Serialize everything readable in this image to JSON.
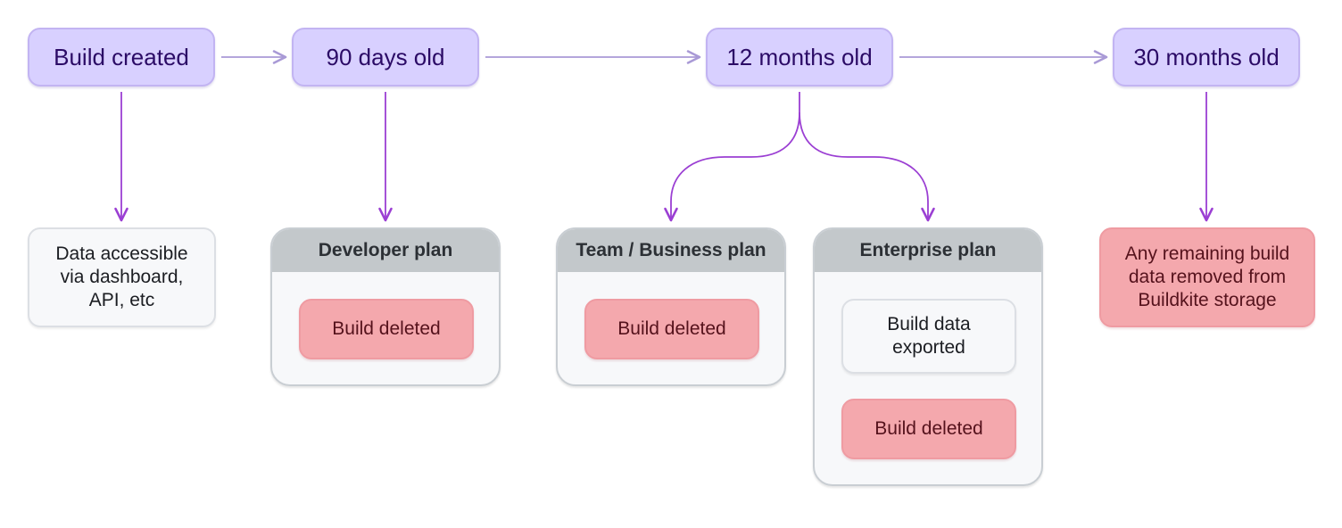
{
  "stages": {
    "created": "Build created",
    "days90": "90 days old",
    "months12": "12 months old",
    "months30": "30 months old"
  },
  "notes": {
    "data_accessible": "Data accessible via dashboard, API, etc"
  },
  "plans": {
    "developer": {
      "title": "Developer plan",
      "action": "Build deleted"
    },
    "team_business": {
      "title": "Team / Business plan",
      "action": "Build deleted"
    },
    "enterprise": {
      "title": "Enterprise plan",
      "export": "Build data exported",
      "action": "Build deleted"
    }
  },
  "final": {
    "removed": "Any remaining build data removed from Buildkite storage"
  },
  "colors": {
    "stage_fill": "#d8d0ff",
    "stage_text": "#2b0b66",
    "timeline_arrow": "#a99ad6",
    "branch_arrow": "#9b3fd3",
    "danger_fill": "#f4a8ad",
    "plan_header": "#c3c8cb"
  }
}
